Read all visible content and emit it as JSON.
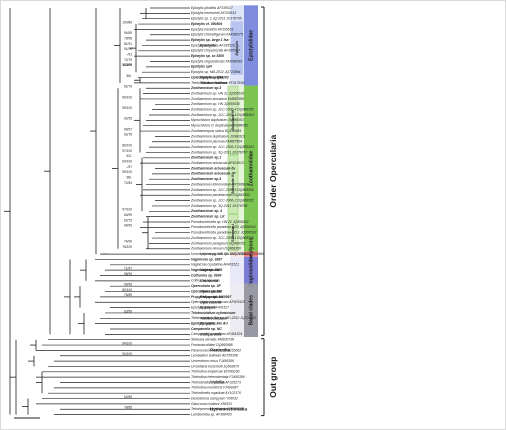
{
  "colors": {
    "background": "#ffffff",
    "branch": "#202020",
    "text": "#1a1a1a",
    "epistylidae": "#6f7fd8",
    "epistylidae_light": "#dfe5f8",
    "zoothamniidae": "#6fbf3f",
    "zoothamniidae_light": "#e6f4da",
    "vorticellidae": "#8bc85a",
    "ucombe": "#f26f6f",
    "ucombe_light": "#fde3e3",
    "vaginicolidae": "#6e6fd0",
    "vaginicolidae_light": "#e8e8f6",
    "basal": "#8e8e9a",
    "basal_light": "#ececf2"
  },
  "leaves": [
    {
      "name": "Epistylis plicatilis AF335517",
      "bold": false
    },
    {
      "name": "Epistylis hentscheli AF335513",
      "bold": false
    },
    {
      "name": "Epistylis sp. 1 JQ-2011 JX178765",
      "bold": false
    },
    {
      "name": "Epistylis cf. 090804",
      "bold": true
    },
    {
      "name": "Epistylis wenrichi AF335515",
      "bold": false
    },
    {
      "name": "Epistylis chlorelligerum KM096375",
      "bold": false
    },
    {
      "name": "Epistylis sp. large 1 fsa",
      "bold": true
    },
    {
      "name": "Epistylis urceolata AF335516",
      "bold": false
    },
    {
      "name": "Epistylis chrysemydis AF335514",
      "bold": false
    },
    {
      "name": "Epistylis sp. sc 5300",
      "bold": true
    },
    {
      "name": "Epistylis riograndensis KM096596",
      "bold": false
    },
    {
      "name": "Epistylis sp4",
      "bold": true
    },
    {
      "name": "Epistylis sp. MD-2012 JQ723964",
      "bold": false
    },
    {
      "name": "Opisthostyla sp 090203",
      "bold": true
    },
    {
      "name": "Telotrochidium matiense EF417835",
      "bold": false
    },
    {
      "name": "Zoothamnium sp.3",
      "bold": true
    },
    {
      "name": "Zoothamnium sp. HN 21 JQ956531",
      "bold": false
    },
    {
      "name": "Zoothamnium arcuatum KM887955",
      "bold": false
    },
    {
      "name": "Zoothamnium sp. HN JQ956536",
      "bold": false
    },
    {
      "name": "Zoothamnium sp. JCC-2006-4 DQ868355",
      "bold": false
    },
    {
      "name": "Zoothamnium sp. JCC-2006-4 DQ868354",
      "bold": false
    },
    {
      "name": "Myoschiston duplicatum JN988353",
      "bold": false
    },
    {
      "name": "Myoschiston cf. duplicatum JN988352",
      "bold": false
    },
    {
      "name": "Zoothamnopsis sinica DQ190469",
      "bold": false
    },
    {
      "name": "Zoothamnium duplicatum JX983101",
      "bold": false
    },
    {
      "name": "Zoothamnium plumula KM887954",
      "bold": false
    },
    {
      "name": "Zoothamnium sp. JCC-2006-3 DQ868353",
      "bold": false
    },
    {
      "name": "Zoothamnium sp. 3Q-2011 JX178767",
      "bold": false
    },
    {
      "name": "Zoothamnium sp.1",
      "bold": true
    },
    {
      "name": "Zoothamnium arbuscula AF401523",
      "bold": false
    },
    {
      "name": "Zoothamnium arbuscula 6x",
      "bold": true
    },
    {
      "name": "Zoothamnium arbuscula JP",
      "bold": true
    },
    {
      "name": "Zoothamnium sp.3",
      "bold": true
    },
    {
      "name": "Zoothamnium intermedium KF793904",
      "bold": false
    },
    {
      "name": "Zoothamnium sp. JCC-2006-5 DQ868356",
      "bold": false
    },
    {
      "name": "Zoothamnium parahtaceum DQ662853",
      "bold": false
    },
    {
      "name": "Zoothamnium sp. JCC-2006-2 DQ868352",
      "bold": false
    },
    {
      "name": "Zoothamnium sp. 3Q-2011 JX178768",
      "bold": false
    },
    {
      "name": "Zoothamnium sp. 4",
      "bold": true
    },
    {
      "name": "Zoothamnium sp. LK",
      "bold": true
    },
    {
      "name": "Pseudovorticella sp. HN 22 JQ956532",
      "bold": false
    },
    {
      "name": "Pseudovorticella paradoxa QD2 JQ956534",
      "bold": false
    },
    {
      "name": "Pseudovorticella paradoxa QD 1 JQ956533",
      "bold": false
    },
    {
      "name": "Zoothamnium sp. JCC-2006-1 DQ868350",
      "bold": false
    },
    {
      "name": "Zoothamnium pelagicum DQ868351",
      "bold": false
    },
    {
      "name": "Zoothamnium niveum DQ868350",
      "bold": false
    },
    {
      "name": "Ucomeplycus sp. MD-2012 JQ723966",
      "bold": false
    },
    {
      "name": "Vaginicola sp. 9367",
      "bold": true
    },
    {
      "name": "Vaginicola crystallina AF401521",
      "bold": false
    },
    {
      "name": "Vaginicola sp. 9488",
      "bold": true
    },
    {
      "name": "Cothurnia sp. 0934",
      "bold": true
    },
    {
      "name": "Cothurnia annulata",
      "bold": false
    },
    {
      "name": "Opercularia sp. 3P",
      "bold": true
    },
    {
      "name": "Opercularia sp. 102",
      "bold": true
    },
    {
      "name": "Propyxidium sp. 1120997",
      "bold": true
    },
    {
      "name": "Opercularia microdiscum AF401525",
      "bold": false
    },
    {
      "name": "Epistylis galea AF401527",
      "bold": false
    },
    {
      "name": "Telotrochidium cylindricum",
      "bold": true
    },
    {
      "name": "Telotrochidium like sp. MD-2012 JQ723962",
      "bold": false
    },
    {
      "name": "Epistylis galea_like AU",
      "bold": true
    },
    {
      "name": "Campanella sp. NC",
      "bold": true
    },
    {
      "name": "Campanella umbellaria AF401524",
      "bold": false
    },
    {
      "name": "Stokesia vernalis HM030738",
      "bold": false
    },
    {
      "name": "Frontonia didieri DQ865988",
      "bold": false
    },
    {
      "name": "Paramecium woodruffi AF255362",
      "bold": false
    },
    {
      "name": "Lembadion bullinum AF255358",
      "bold": false
    },
    {
      "name": "Urocentrum cirrus FJ495386",
      "bold": false
    },
    {
      "name": "Urozellaria korschelti JQ663670",
      "bold": false
    },
    {
      "name": "Trichodina sinipercae EF099290",
      "bold": false
    },
    {
      "name": "Trichodina heterodentata FJ495399",
      "bold": false
    },
    {
      "name": "Trichodinella myakkae AF325273",
      "bold": false
    },
    {
      "name": "Trichodina meretricis FJ499387",
      "bold": false
    },
    {
      "name": "Trichodinella myakkae AY102176",
      "bold": false
    },
    {
      "name": "Dexiostoma campylum Y06632",
      "bold": false
    },
    {
      "name": "Glaucoma chattoni X56533",
      "bold": false
    },
    {
      "name": "Tetrahymena pyriformis EF070255",
      "bold": false
    },
    {
      "name": "Lambornella sp. AF368403",
      "bold": false
    }
  ],
  "support": [
    {
      "value": "100/89",
      "leaf": 3
    },
    {
      "value": "94/89",
      "leaf": 5
    },
    {
      "value": "79/98",
      "leaf": 6
    },
    {
      "value": "81/91",
      "leaf": 7
    },
    {
      "value": "91/94",
      "leaf": 8
    },
    {
      "value": "-/91",
      "leaf": 9
    },
    {
      "value": "72/75",
      "leaf": 10
    },
    {
      "value": "100/99",
      "leaf": 11
    },
    {
      "value": "56/-",
      "leaf": 13
    },
    {
      "value": "92/100",
      "leaf": 11
    },
    {
      "value": "52/79",
      "leaf": 15
    },
    {
      "value": "99/100",
      "leaf": 17
    },
    {
      "value": "99/100",
      "leaf": 19
    },
    {
      "value": "92/95",
      "leaf": 21
    },
    {
      "value": "99/97",
      "leaf": 23
    },
    {
      "value": "63/78",
      "leaf": 24
    },
    {
      "value": "80/100",
      "leaf": 26
    },
    {
      "value": "97/100",
      "leaf": 27
    },
    {
      "value": "62/-",
      "leaf": 28
    },
    {
      "value": "94/100",
      "leaf": 29
    },
    {
      "value": "-/57",
      "leaf": 30
    },
    {
      "value": "99/100",
      "leaf": 31
    },
    {
      "value": "98/-",
      "leaf": 32
    },
    {
      "value": "72/84",
      "leaf": 33
    },
    {
      "value": "63/99",
      "leaf": 39
    },
    {
      "value": "62/75",
      "leaf": 40
    },
    {
      "value": "99/99",
      "leaf": 41
    },
    {
      "value": "97/100",
      "leaf": 38
    },
    {
      "value": "74/90",
      "leaf": 44
    },
    {
      "value": "76/100",
      "leaf": 45
    },
    {
      "value": "71/97",
      "leaf": 49
    },
    {
      "value": "98/99",
      "leaf": 50
    },
    {
      "value": "99/99",
      "leaf": 52
    },
    {
      "value": "80/100",
      "leaf": 53
    },
    {
      "value": "75/89",
      "leaf": 54
    },
    {
      "value": "63/99",
      "leaf": 57
    },
    {
      "value": "94/100",
      "leaf": 63
    },
    {
      "value": "92/100",
      "leaf": 65
    },
    {
      "value": "62/89",
      "leaf": 73
    },
    {
      "value": "78/85",
      "leaf": 75
    }
  ],
  "clade_labels": [
    {
      "name": "Epistylis",
      "italic": true,
      "bold": true,
      "leaf": 7
    },
    {
      "name": "Opisthostyla",
      "italic": true,
      "bold": true,
      "leaf": 13
    },
    {
      "name": "Telotrochidium",
      "italic": true,
      "bold": true,
      "leaf": 14
    },
    {
      "name": "Vaginicola",
      "italic": true,
      "bold": true,
      "leaf": 49
    },
    {
      "name": "Cothurnia",
      "italic": true,
      "bold": true,
      "leaf": 51
    },
    {
      "name": "Opercularia",
      "italic": true,
      "bold": true,
      "leaf": 53
    },
    {
      "name": "Propyxidium",
      "italic": true,
      "bold": true,
      "leaf": 54
    },
    {
      "name": "Opercularia",
      "italic": true,
      "bold": true,
      "leaf": 55
    },
    {
      "name": "Epistylis",
      "italic": true,
      "bold": true,
      "leaf": 56
    },
    {
      "name": "Telotrochidium",
      "italic": true,
      "bold": true,
      "leaf": 58
    },
    {
      "name": "Epistylis",
      "italic": true,
      "bold": true,
      "leaf": 59
    },
    {
      "name": "Campanella",
      "italic": true,
      "bold": true,
      "leaf": 61
    },
    {
      "name": "Ucomeplycus sp. MD-2012 JQ723966",
      "italic": true,
      "bold": false,
      "leaf": 46
    },
    {
      "name": "Peniculia",
      "italic": false,
      "bold": true,
      "leaf": 64
    },
    {
      "name": "Mobilia",
      "italic": false,
      "bold": false,
      "leaf": 70
    },
    {
      "name": "Hymenostomatia",
      "italic": false,
      "bold": true,
      "leaf": 75
    }
  ],
  "family_bands": [
    {
      "name": "Epistylididae",
      "from": 0,
      "to": 14,
      "color_key": "epistylidae"
    },
    {
      "name": "Zoothamniidae",
      "from": 15,
      "to": 45,
      "color_key": "zoothamniidae"
    },
    {
      "name": "Ucomeplycus",
      "from": 46,
      "to": 46,
      "color_key": "ucombe"
    },
    {
      "name": "Vaginicolidae",
      "from": 47,
      "to": 51,
      "color_key": "vaginicolidae"
    },
    {
      "name": "Basal clades",
      "from": 52,
      "to": 61,
      "color_key": "basal"
    }
  ],
  "subgroup_bands": [
    {
      "name": "Subclade III",
      "from": 15,
      "to": 27
    },
    {
      "name": "Subclade II",
      "from": 28,
      "to": 38
    },
    {
      "name": "Subclade I",
      "from": 39,
      "to": 45
    }
  ],
  "inner_bands": [
    {
      "name": "Epistylis",
      "from": 3,
      "to": 12
    }
  ],
  "groups": [
    {
      "name": "Order Opercularia",
      "from": 0,
      "to": 61
    },
    {
      "name": "Out group",
      "from": 62,
      "to": 76
    }
  ]
}
